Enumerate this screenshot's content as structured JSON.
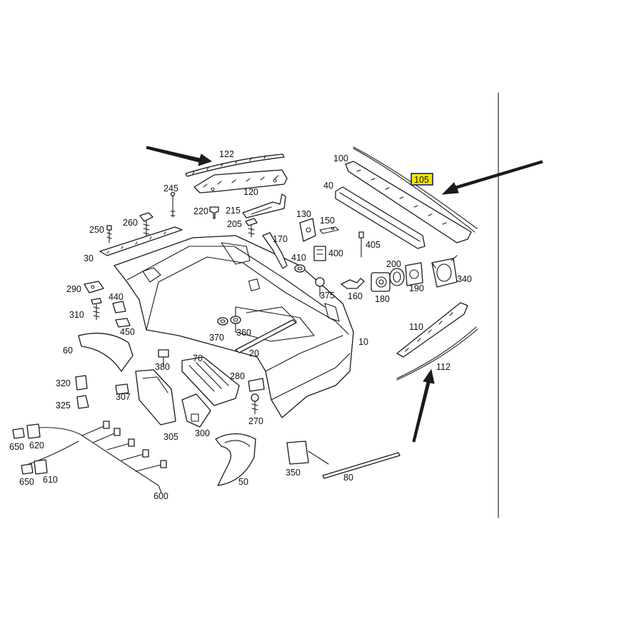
{
  "highlight": {
    "label": "105",
    "fill": "#f5e600",
    "border": "#1a1a8c"
  },
  "colors": {
    "line": "#1a1a1a",
    "background": "#ffffff",
    "arrow": "#1a1a1a"
  },
  "labels": [
    "122",
    "120",
    "100",
    "105",
    "40",
    "245",
    "215",
    "130",
    "150",
    "260",
    "220",
    "205",
    "250",
    "170",
    "410",
    "400",
    "405",
    "200",
    "30",
    "290",
    "440",
    "340",
    "190",
    "180",
    "375",
    "160",
    "310",
    "450",
    "110",
    "370",
    "360",
    "20",
    "10",
    "60",
    "380",
    "70",
    "280",
    "112",
    "320",
    "307",
    "325",
    "270",
    "305",
    "300",
    "650",
    "620",
    "650",
    "610",
    "600",
    "350",
    "80",
    "50"
  ],
  "arrows": [
    "arrow-to-122",
    "arrow-to-105",
    "arrow-to-112"
  ]
}
